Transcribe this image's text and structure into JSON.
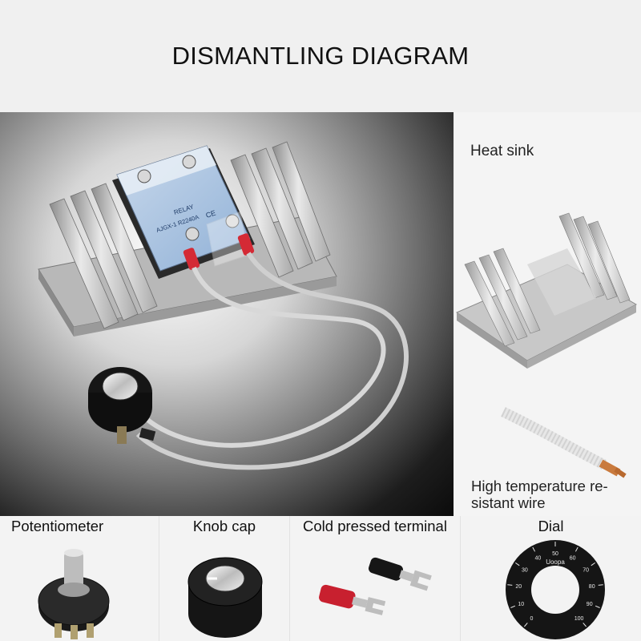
{
  "header": {
    "title": "DISMANTLING DIAGRAM"
  },
  "side": {
    "heat_sink_label": "Heat sink",
    "wire_label_line1": "High temperature re-",
    "wire_label_line2": "sistant wire"
  },
  "relay": {
    "top_text": "RELAY",
    "model_text": "AJGX-1 R2240A",
    "mark_text": "CE"
  },
  "bottom": {
    "potentiometer_label": "Potentiometer",
    "knob_cap_label": "Knob cap",
    "terminal_label": "Cold pressed terminal",
    "dial_label": "Dial",
    "dial_brand": "Uoopa",
    "dial_ticks": [
      "0",
      "10",
      "20",
      "30",
      "40",
      "50",
      "60",
      "70",
      "80",
      "90",
      "100"
    ]
  }
}
